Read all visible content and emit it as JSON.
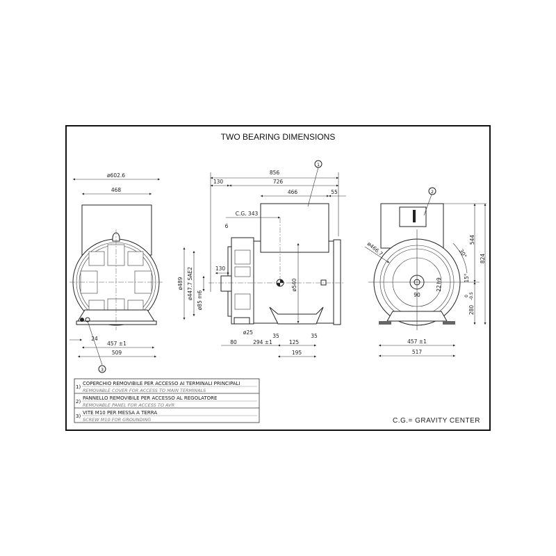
{
  "title": "TWO BEARING DIMENSIONS",
  "left_view": {
    "dims": {
      "outer_diameter": "ø602.6",
      "box_width": "468",
      "foot_offset": "24",
      "foot_span": "457 ±1",
      "base_width": "509"
    },
    "callout": "3"
  },
  "side_view": {
    "dims": {
      "overall_length": "856",
      "shaft_length": "130",
      "body_length": "726",
      "box_length": "466",
      "box_offset": "55",
      "cg": "C.G. 343",
      "flange_gap": "6",
      "shaft_ext": "130",
      "flange_dia": "ø489",
      "sae": "ø447.7  SAE2",
      "shaft_dia": "ø85  m6",
      "body_dia": "ø540",
      "hole_dia": "ø25",
      "foot_a": "35",
      "foot_b": "35",
      "front_offset": "80",
      "foot_pos": "294 ±1",
      "foot_inner": "125",
      "foot_outer": "195"
    },
    "callout": "1"
  },
  "right_view": {
    "dims": {
      "box_height": "544",
      "overall_height": "824",
      "shaft_height": "280",
      "shaft_tol": "0\n-0.5",
      "shaft_tol_top": "0",
      "shaft_tol_bottom": "-0.5",
      "pcd": "ø466.7",
      "angle_30": "30°",
      "angle_15": "15°",
      "key_h9": "h9",
      "key_22": "22",
      "key_90": "90",
      "foot_span": "457 ±1",
      "base_width": "517"
    },
    "callout": "2"
  },
  "notes": [
    {
      "num": "1)",
      "it": "COPERCHIO REMOVIBILE PER ACCESSO AI TERMINALI PRINCIPALI",
      "en": "REMOVABLE COVER  FOR ACCESS TO MAIN TERMINALS"
    },
    {
      "num": "2)",
      "it": "PANNELLO REMOVIBILE PER ACCESSO AL REGOLATORE",
      "en": "REMOVABLE PANEL FOR ACCESS TO AVR"
    },
    {
      "num": "3)",
      "it": "VITE M10 PER MESSA A TERRA",
      "en": "SCREW M10 FOR GROUNDING"
    }
  ],
  "legend": "C.G.= GRAVITY CENTER"
}
